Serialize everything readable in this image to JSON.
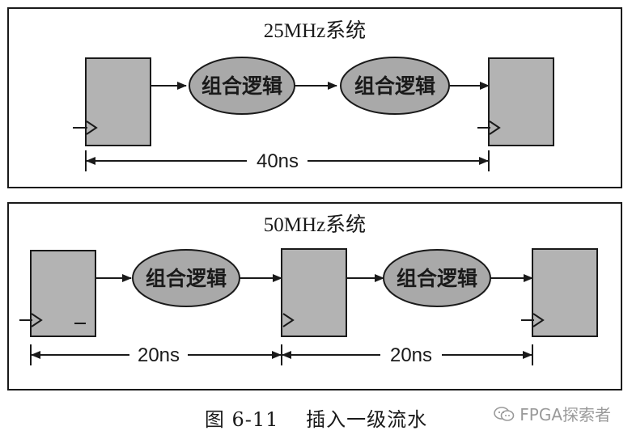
{
  "top_panel": {
    "title": "25MHz系统",
    "logic_labels": [
      "组合逻辑",
      "组合逻辑"
    ],
    "dimension": "40ns"
  },
  "bottom_panel": {
    "title": "50MHz系统",
    "logic_labels": [
      "组合逻辑",
      "组合逻辑"
    ],
    "dimensions": [
      "20ns",
      "20ns"
    ]
  },
  "caption": "图 6-11　 插入一级流水",
  "watermark": "FPGA探索者",
  "colors": {
    "register_fill": "#b3b3b3",
    "ellipse_fill": "#a9a9a9",
    "stroke": "#1a1a1a",
    "watermark": "#9a9a9a"
  }
}
